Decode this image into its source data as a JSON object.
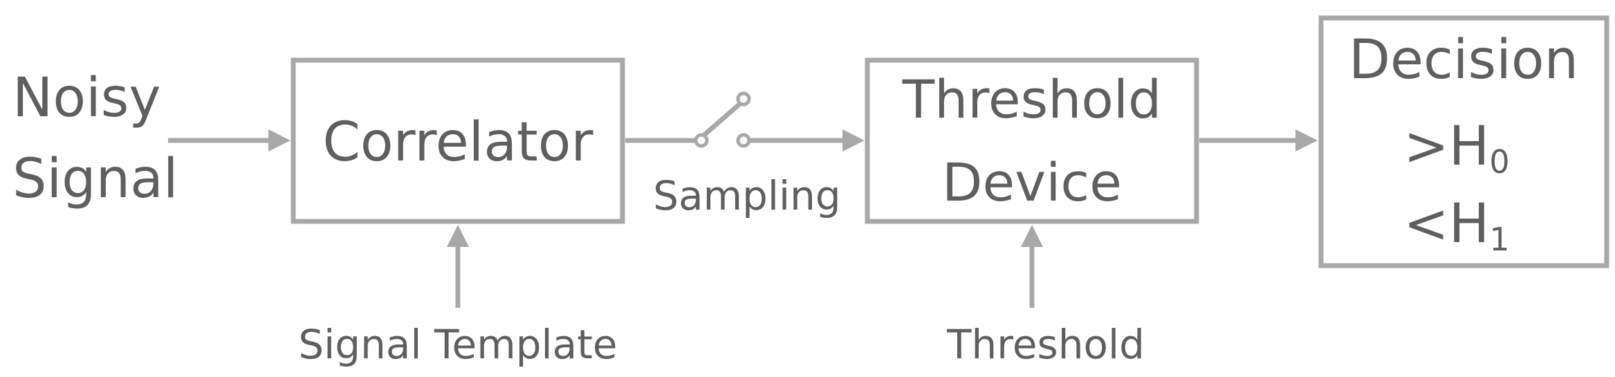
{
  "input_label": {
    "line1": "Noisy",
    "line2": "Signal"
  },
  "blocks": {
    "correlator": "Correlator",
    "threshold_device": {
      "line1": "Threshold",
      "line2": "Device"
    },
    "decision": {
      "title": "Decision",
      "gt_symbol": ">H",
      "gt_subscript": "0",
      "lt_symbol": "<H",
      "lt_subscript": "1"
    }
  },
  "sampling_label": "Sampling",
  "signal_template_label": "Signal Template",
  "threshold_label": "Threshold",
  "colors": {
    "stroke": "#a8a8a8",
    "text": "#5f5f5f",
    "background": "#ffffff"
  }
}
